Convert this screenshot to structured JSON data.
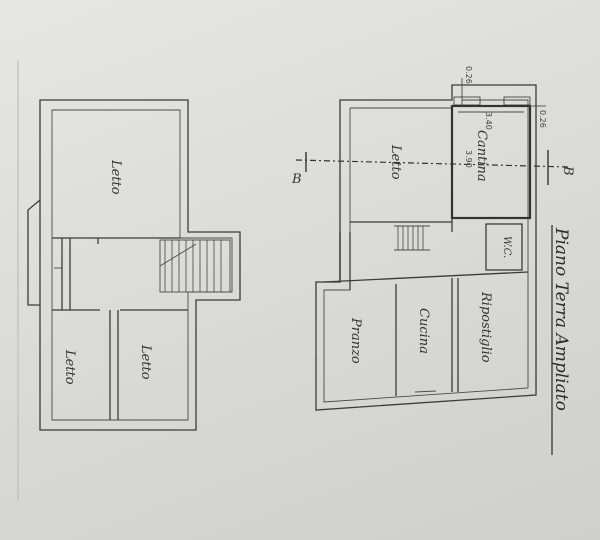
{
  "plan_title": "Piano Terra Ampliato",
  "rooms": {
    "left_top": "Letto",
    "left_bottom_left": "Letto",
    "left_bottom_right": "Letto",
    "right_top": "Letto",
    "cantina": "Cantina",
    "wc": "W.C.",
    "pranzo": "Pranzo",
    "cucina": "Cucina",
    "ripostiglio": "Ripostiglio"
  },
  "dimensions": {
    "d1": "3.40",
    "d2": "3.90",
    "d3": "0.26",
    "d4": "0.26"
  },
  "section_marks": {
    "left": "B",
    "right": "B"
  }
}
